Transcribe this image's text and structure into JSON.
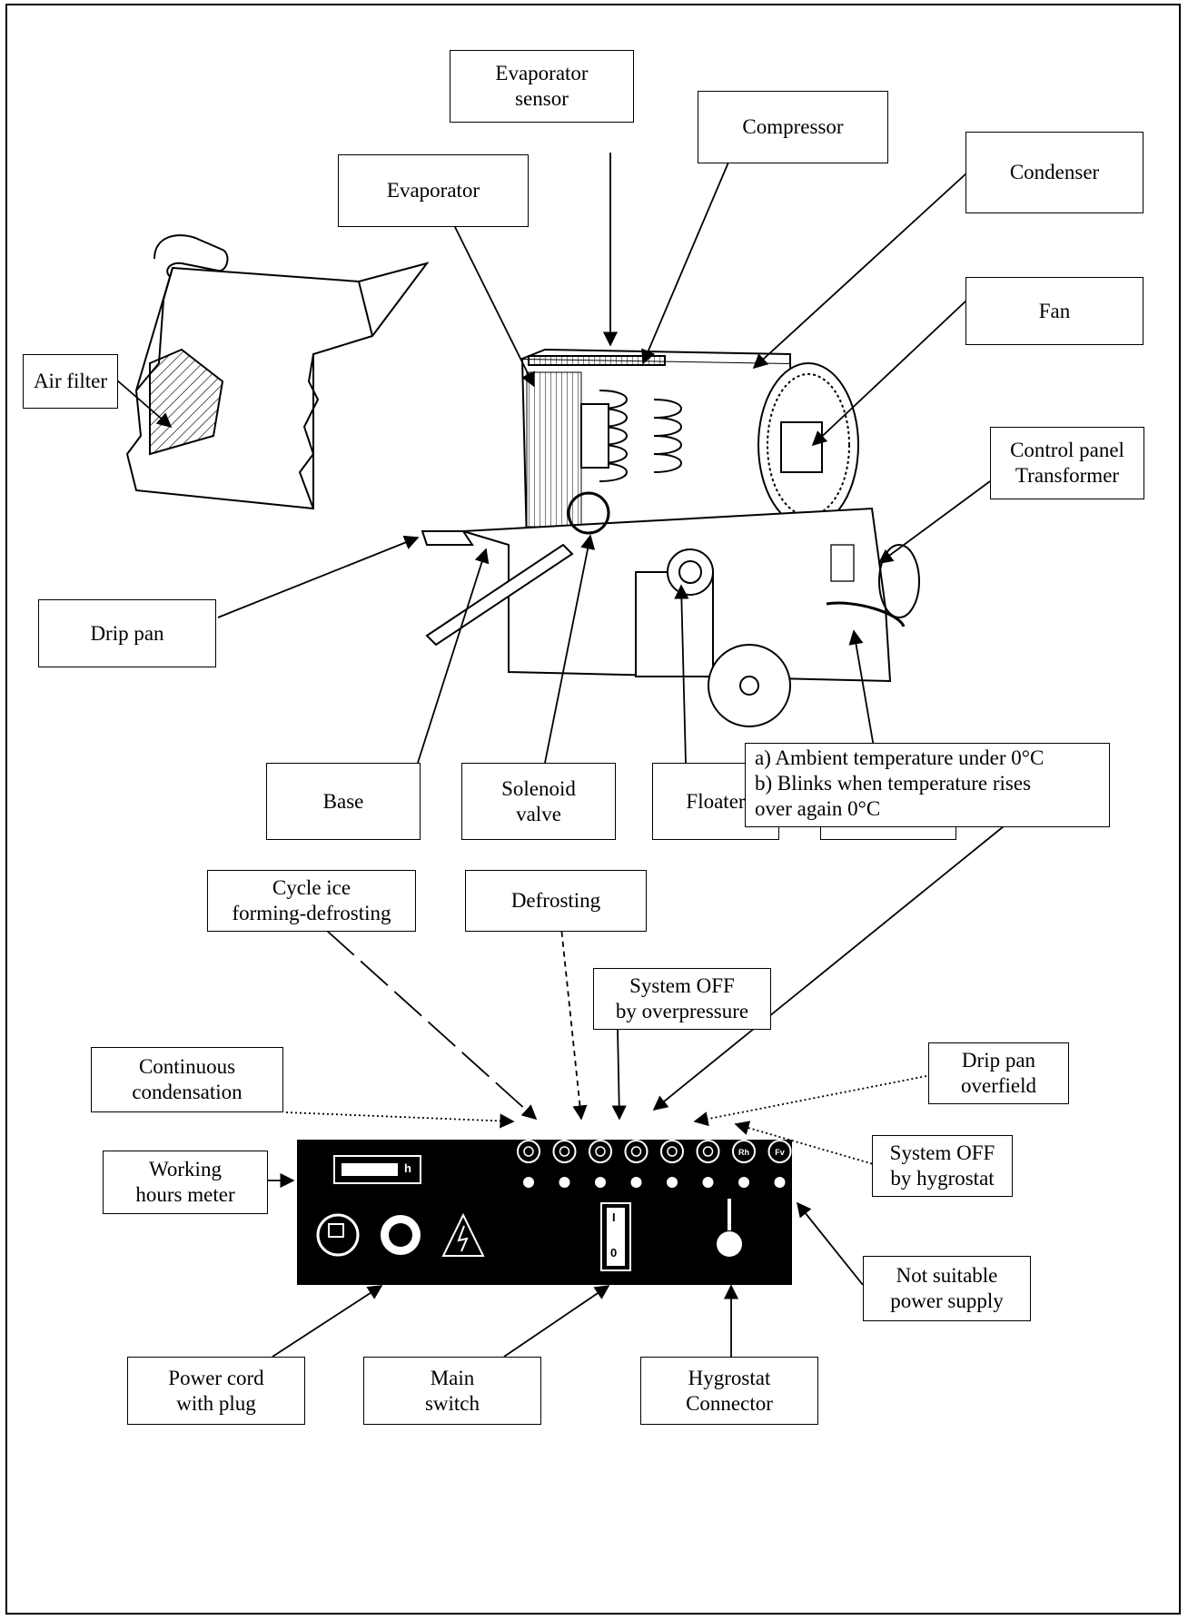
{
  "diagram": {
    "labels": {
      "evaporator_sensor": "Evaporator\nsensor",
      "compressor": "Compressor",
      "condenser": "Condenser",
      "evaporator": "Evaporator",
      "fan": "Fan",
      "air_filter": "Air filter",
      "control_panel": "Control panel\nTransformer",
      "drip_pan": "Drip pan",
      "base": "Base",
      "solenoid_valve": "Solenoid\nvalve",
      "floater": "Floater",
      "power_cord": "Power cord",
      "ambient_temp": "a) Ambient temperature under 0°C\nb) Blinks when temperature rises\n    over again 0°C",
      "cycle_ice": "Cycle ice\nforming-defrosting",
      "defrosting": "Defrosting",
      "system_off_overpressure": "System OFF\nby overpressure",
      "continuous_condensation": "Continuous\ncondensation",
      "drip_pan_overfield": "Drip pan\noverfield",
      "system_off_hygrostat": "System OFF\nby hygrostat",
      "working_hours_meter": "Working\nhours meter",
      "not_suitable_power": "Not suitable\npower supply",
      "power_cord_plug": "Power cord\nwith plug",
      "main_switch": "Main\nswitch",
      "hygrostat_connector": "Hygrostat\nConnector"
    },
    "panel": {
      "hours_unit": "h",
      "switch_on": "I",
      "switch_off": "0",
      "indicator_icons": [
        "recycle-icon",
        "snowflake-icon",
        "defrost-icon",
        "pressure-warning-icon",
        "thermometer-icon",
        "drop-icon",
        "rh-icon",
        "fv-icon"
      ],
      "indicator_texts": [
        "",
        "",
        "",
        "",
        "",
        "",
        "Rh",
        "Fv"
      ]
    }
  }
}
